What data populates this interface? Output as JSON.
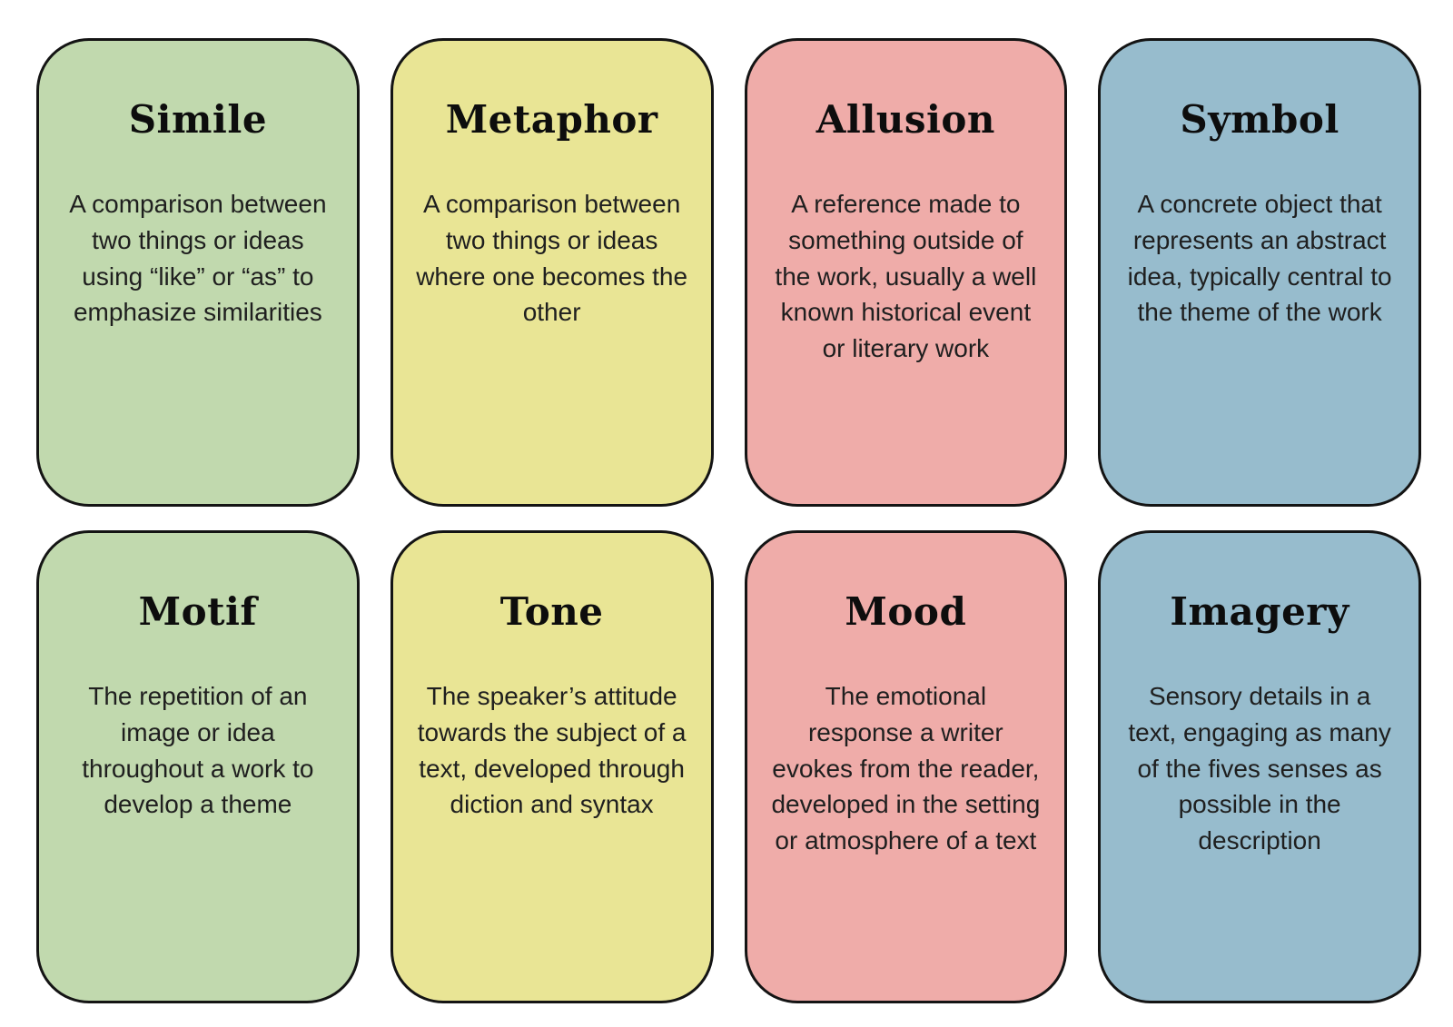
{
  "page": {
    "background_color": "#ffffff",
    "border_color": "#141414",
    "text_color": "#1f1f1f"
  },
  "cards": [
    {
      "title": "Simile",
      "description": "A comparison between two things or ideas using “like” or “as” to emphasize similarities",
      "bg_color": "#c1d9ae"
    },
    {
      "title": "Metaphor",
      "description": "A comparison between two things or ideas where one becomes the other",
      "bg_color": "#e9e595"
    },
    {
      "title": "Allusion",
      "description": "A reference made to something outside of the work, usually a well known historical event or literary work",
      "bg_color": "#efaca9"
    },
    {
      "title": "Symbol",
      "description": "A concrete object that represents an abstract idea, typically central to the theme of the work",
      "bg_color": "#97bccd"
    },
    {
      "title": "Motif",
      "description": "The repetition of an image or idea throughout a work to develop a theme",
      "bg_color": "#c1d9ae"
    },
    {
      "title": "Tone",
      "description": "The speaker’s attitude towards the subject of a text, developed through diction and syntax",
      "bg_color": "#e9e595"
    },
    {
      "title": "Mood",
      "description": "The emotional response a writer evokes from the reader, developed in the setting or atmosphere of a text",
      "bg_color": "#efaca9"
    },
    {
      "title": "Imagery",
      "description": "Sensory details in a text, engaging as many of the fives senses as possible in the description",
      "bg_color": "#97bccd"
    }
  ]
}
